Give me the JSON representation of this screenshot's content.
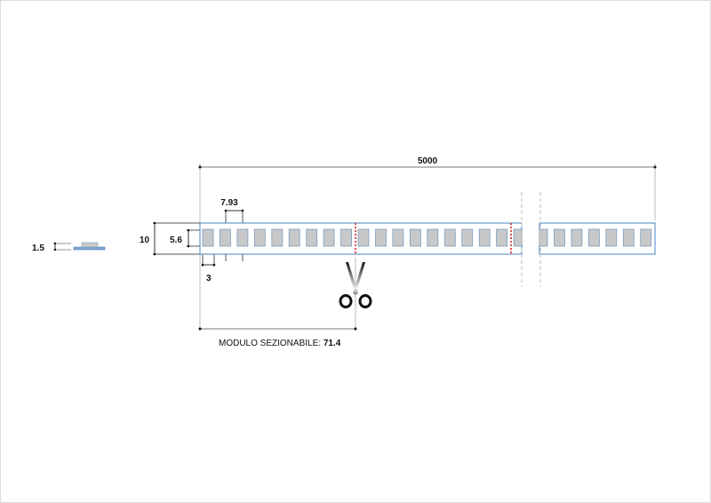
{
  "dimensions": {
    "total_length": "5000",
    "pitch": "7.93",
    "strip_width": "10",
    "led_height": "5.6",
    "led_width": "3",
    "thickness": "1.5"
  },
  "module": {
    "label": "MODULO SEZIONABILE: ",
    "value": "71.4"
  },
  "colors": {
    "strip_outline": "#4a86c5",
    "led_fill": "#c8c8c8",
    "led_stroke": "#7a9cc0",
    "cut_line": "#e02020"
  },
  "icons": [
    "scissors-icon"
  ]
}
